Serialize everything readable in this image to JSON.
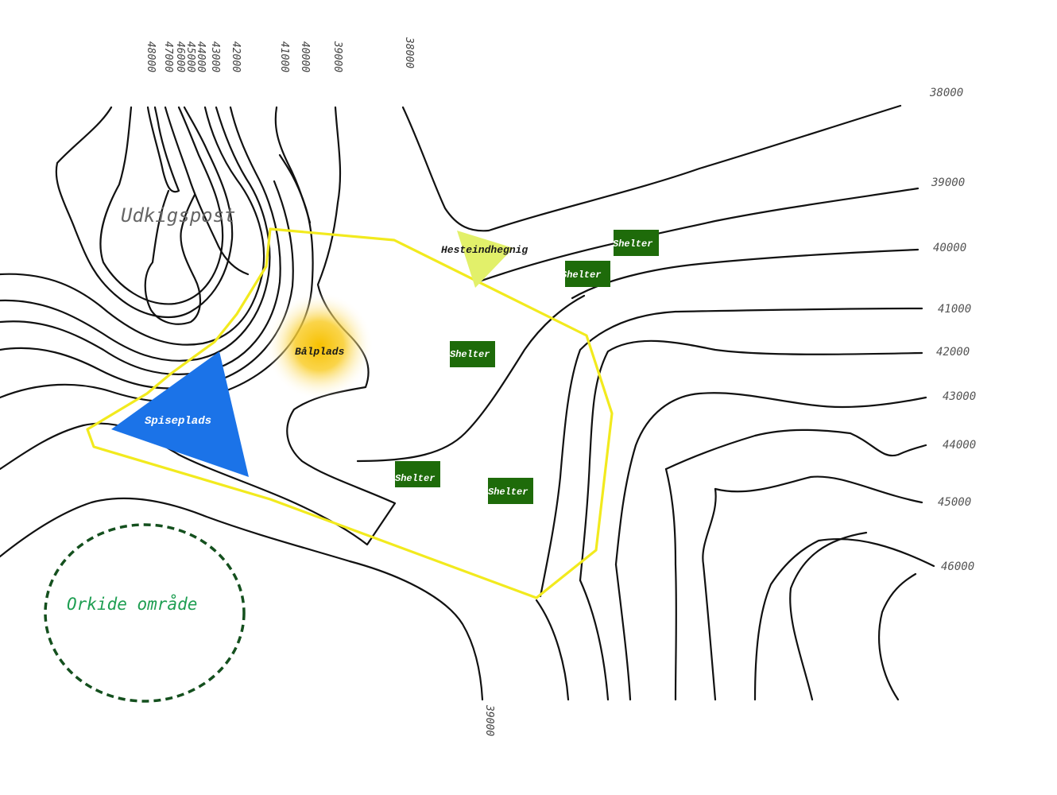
{
  "map": {
    "labels": {
      "udkigspost": "Udkigspost",
      "baalplads": "Bålplads",
      "hesteindhegnig": "Hesteindhegnig",
      "spiseplads": "Spiseplads",
      "orkide": "Orkide område"
    },
    "shelters": [
      {
        "label": "Shelter"
      },
      {
        "label": "Shelter"
      },
      {
        "label": "Shelter"
      },
      {
        "label": "Shelter"
      },
      {
        "label": "Shelter"
      }
    ],
    "right_contour_labels": [
      "38000",
      "39000",
      "40000",
      "41000",
      "42000",
      "43000",
      "44000",
      "45000",
      "46000"
    ],
    "top_contour_labels": [
      "48000",
      "47000",
      "46000",
      "45000",
      "44000",
      "43000",
      "42000",
      "41000",
      "40000",
      "39000",
      "38000"
    ],
    "bottom_contour_label": "39000",
    "colors": {
      "shelter": "#1e6b0a",
      "fence": "#f2ea1e",
      "spiseplads": "#1b73e8",
      "hest": "#e2f06a",
      "fire": "#f7c400",
      "orkide_ring": "#14501e",
      "orkide_text": "#1e9e52"
    }
  }
}
